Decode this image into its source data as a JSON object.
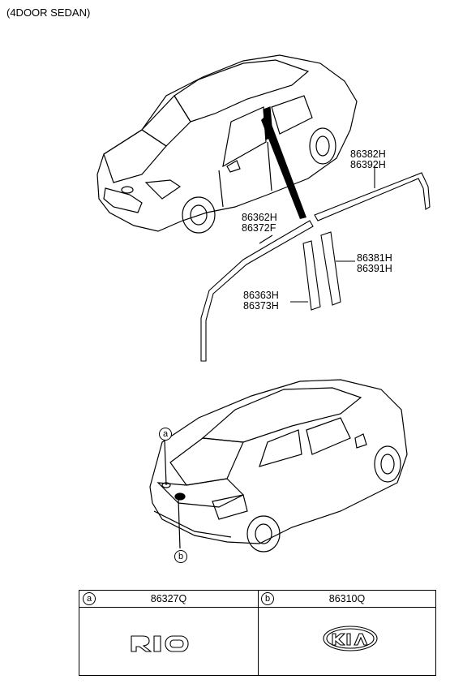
{
  "header": {
    "title": "(4DOOR SEDAN)"
  },
  "parts": {
    "p1": {
      "line1": "86382H",
      "line2": "86392H"
    },
    "p2": {
      "line1": "86362H",
      "line2": "86372F"
    },
    "p3": {
      "line1": "86381H",
      "line2": "86391H"
    },
    "p4": {
      "line1": "86363H",
      "line2": "86373H"
    }
  },
  "callouts": {
    "a": "a",
    "b": "b"
  },
  "table": {
    "col_a": {
      "marker": "a",
      "part_no": "86327Q",
      "emblem": "RIO"
    },
    "col_b": {
      "marker": "b",
      "part_no": "86310Q",
      "emblem": "KIA"
    }
  }
}
